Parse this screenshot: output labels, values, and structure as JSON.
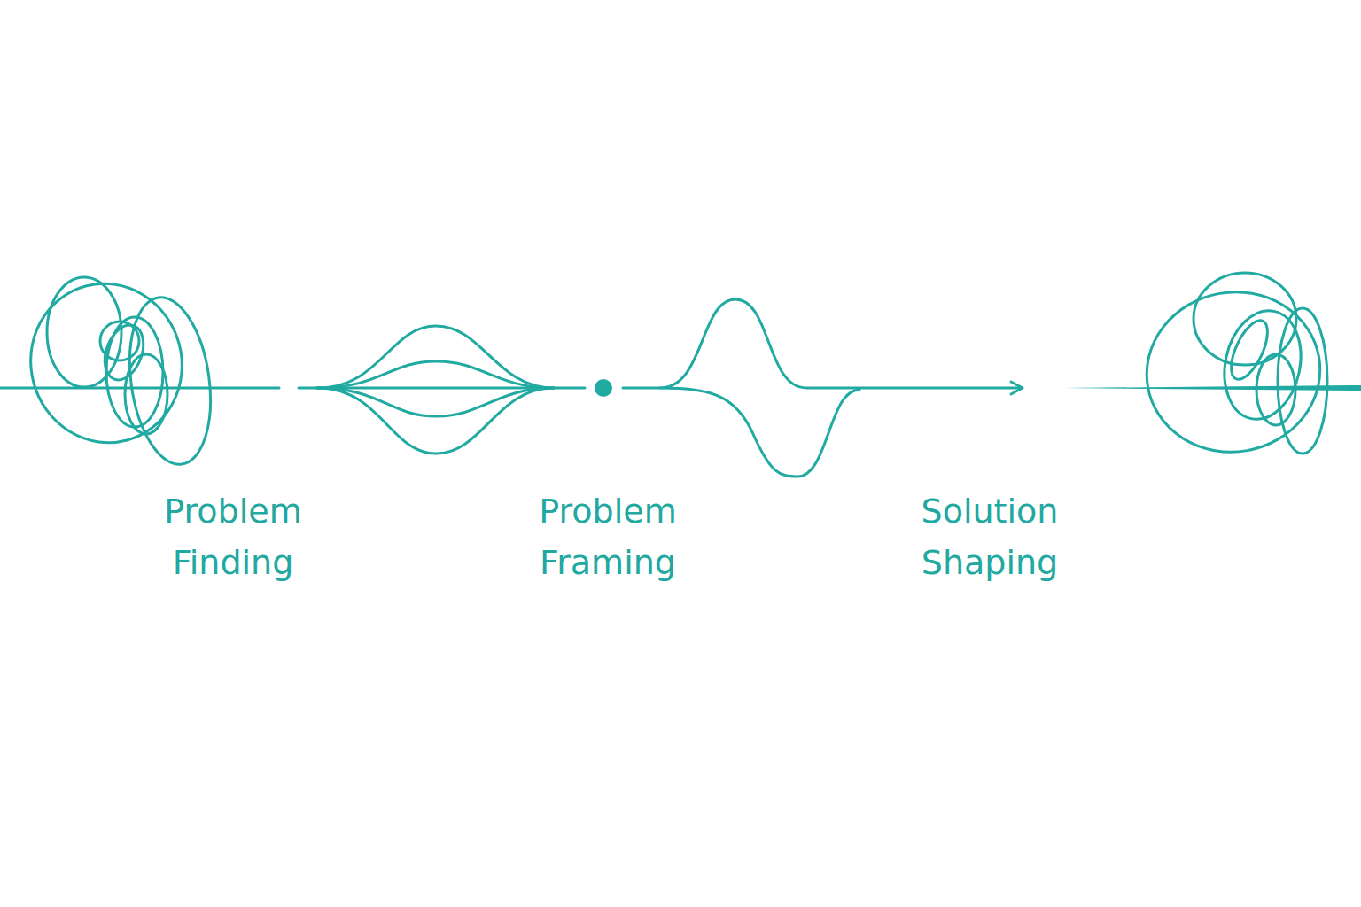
{
  "diagram": {
    "labels": [
      "Problem Finding",
      "Problem Framing",
      "Solution Shaping"
    ]
  }
}
